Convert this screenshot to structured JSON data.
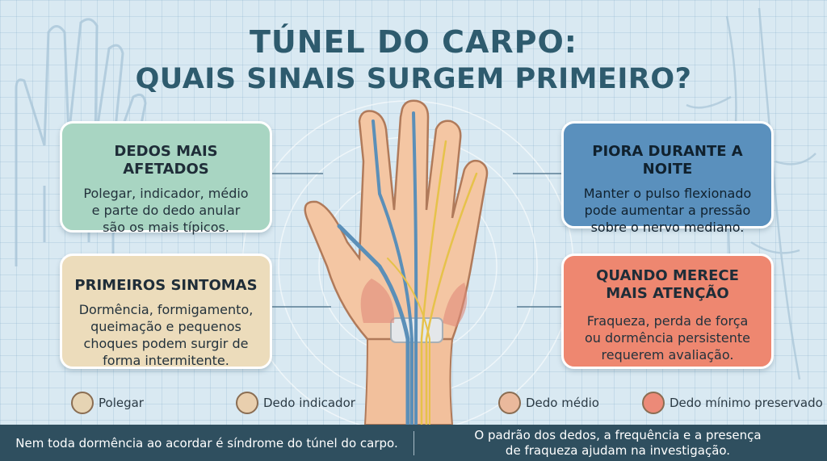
{
  "title": {
    "line1": "TÚNEL DO CARPO:",
    "line2": "QUAIS SINAIS SURGEM PRIMEIRO?"
  },
  "cards": {
    "fingers": {
      "heading": "DEDOS MAIS AFETADOS",
      "lines": [
        "Polegar, indicador, médio",
        "e parte do dedo anular",
        "são os mais típicos."
      ]
    },
    "symptoms": {
      "heading": "PRIMEIROS SINTOMAS",
      "lines": [
        "Dormência, formigamento,",
        "queimação e pequenos",
        "choques podem surgir de",
        "forma intermitente."
      ]
    },
    "night": {
      "heading": "PIORA DURANTE A NOITE",
      "lines": [
        "Manter o pulso flexionado",
        "pode aumentar a pressão",
        "sobre o nervo mediano."
      ]
    },
    "attention": {
      "heading_lines": [
        "QUANDO MERECE",
        "MAIS ATENÇÃO"
      ],
      "lines": [
        "Fraqueza, perda de força",
        "ou dormência persistente",
        "requerem avaliação."
      ]
    }
  },
  "legend": [
    {
      "label": "Polegar",
      "color": "#e6d4b4"
    },
    {
      "label": "Dedo indicador",
      "color": "#e9cfae"
    },
    {
      "label": "Dedo médio",
      "color": "#eab99c"
    },
    {
      "label": "Dedo mínimo preservado",
      "color": "#ec8a78"
    }
  ],
  "footer": {
    "left": "Nem toda dormência ao acordar é síndrome do túnel do carpo.",
    "right_lines": [
      "O padrão dos dedos, a frequência e a presença",
      "de fraqueza ajudam na investigação."
    ]
  },
  "colors": {
    "title": "#2e5b6e",
    "card_fingers": "#a8d5c2",
    "card_symptoms": "#ecdcbb",
    "card_night": "#5a90bd",
    "card_attention": "#ee8770",
    "footer": "#2f4f5f",
    "skin": "#f2c09c",
    "nerve": "#5b8fb8"
  }
}
